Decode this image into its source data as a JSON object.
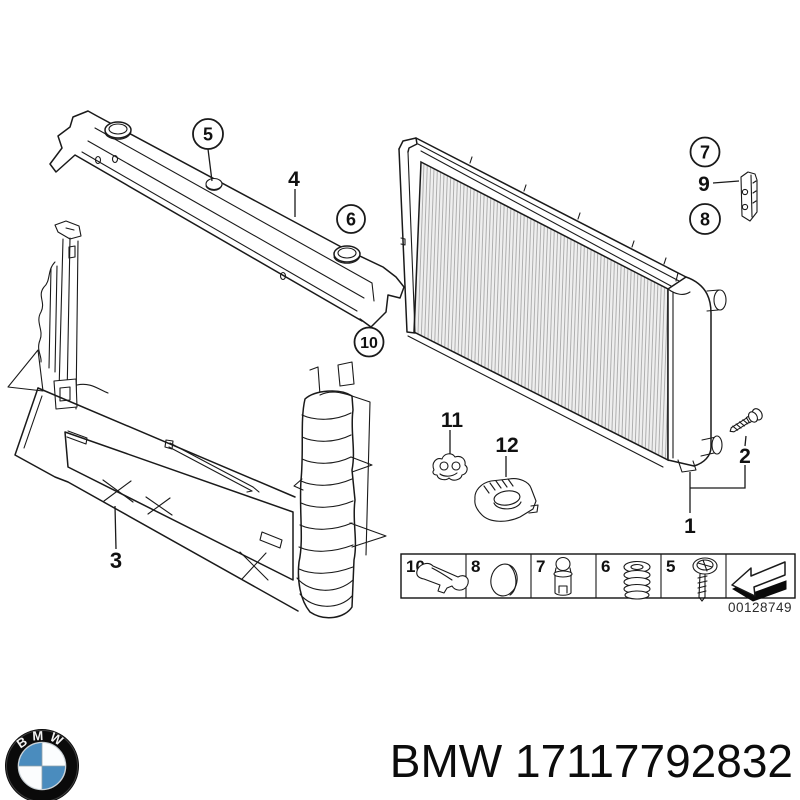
{
  "diagram": {
    "doc_number": "00128749",
    "callouts": {
      "c1": "1",
      "c2": "2",
      "c3": "3",
      "c4": "4",
      "c5": "5",
      "c6": "6",
      "c7": "7",
      "c8": "8",
      "c9": "9",
      "c10": "10",
      "c11": "11",
      "c12": "12"
    },
    "legend": {
      "cells": [
        {
          "label": "10",
          "glyph": "clip-icon"
        },
        {
          "label": "8",
          "glyph": "cap-icon"
        },
        {
          "label": "7",
          "glyph": "plug-icon"
        },
        {
          "label": "6",
          "glyph": "buffer-spring-icon"
        },
        {
          "label": "5",
          "glyph": "screw-icon"
        },
        {
          "label": "",
          "glyph": "direction-arrow-icon"
        }
      ]
    }
  },
  "footer": {
    "display": "BMW 17117792832",
    "brand": "BMW",
    "part_number": "17117792832"
  },
  "logo": {
    "text": "BMW",
    "blue": "#4a8cbe",
    "ring": "#0a0a0a"
  },
  "colors": {
    "line": "#1a1a1a",
    "hatch": "#a8a8a8",
    "doc_number_text": "#2b2b2b"
  }
}
